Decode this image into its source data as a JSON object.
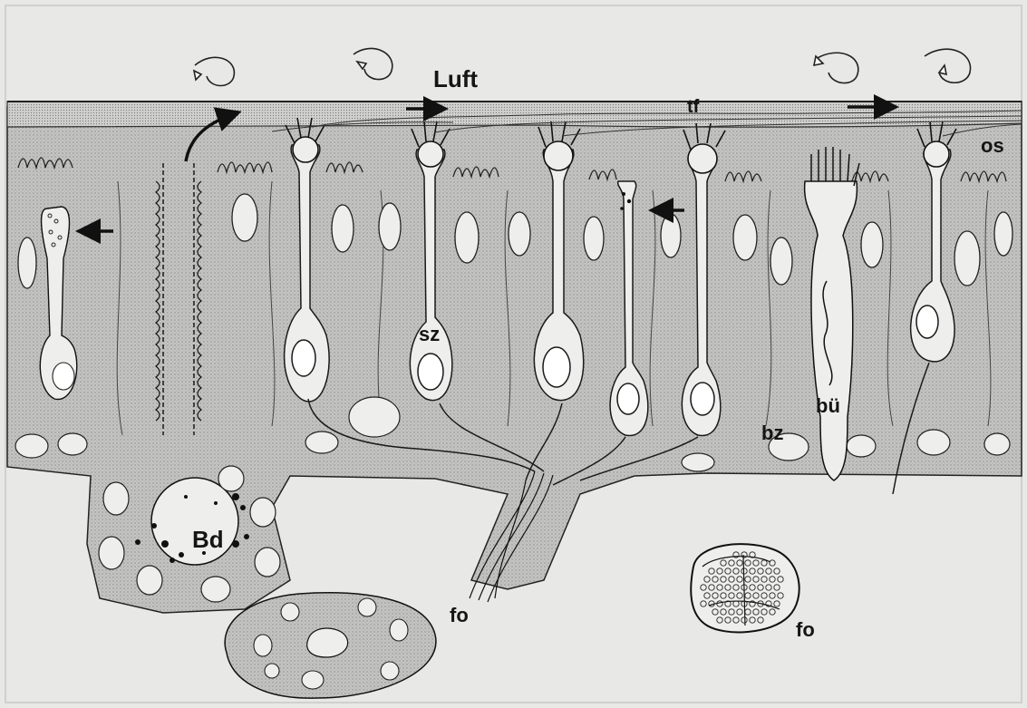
{
  "labels": {
    "luft": "Luft",
    "tf": "tf",
    "os": "os",
    "sz": "sz",
    "bu": "bü",
    "bz": "bz",
    "bd": "Bd",
    "fo_left": "fo",
    "fo_right": "fo"
  },
  "colors": {
    "paper": "#e8e8e6",
    "tissue": "#bdbdbb",
    "cell": "#eeeeec",
    "ink": "#1a1a1a"
  }
}
